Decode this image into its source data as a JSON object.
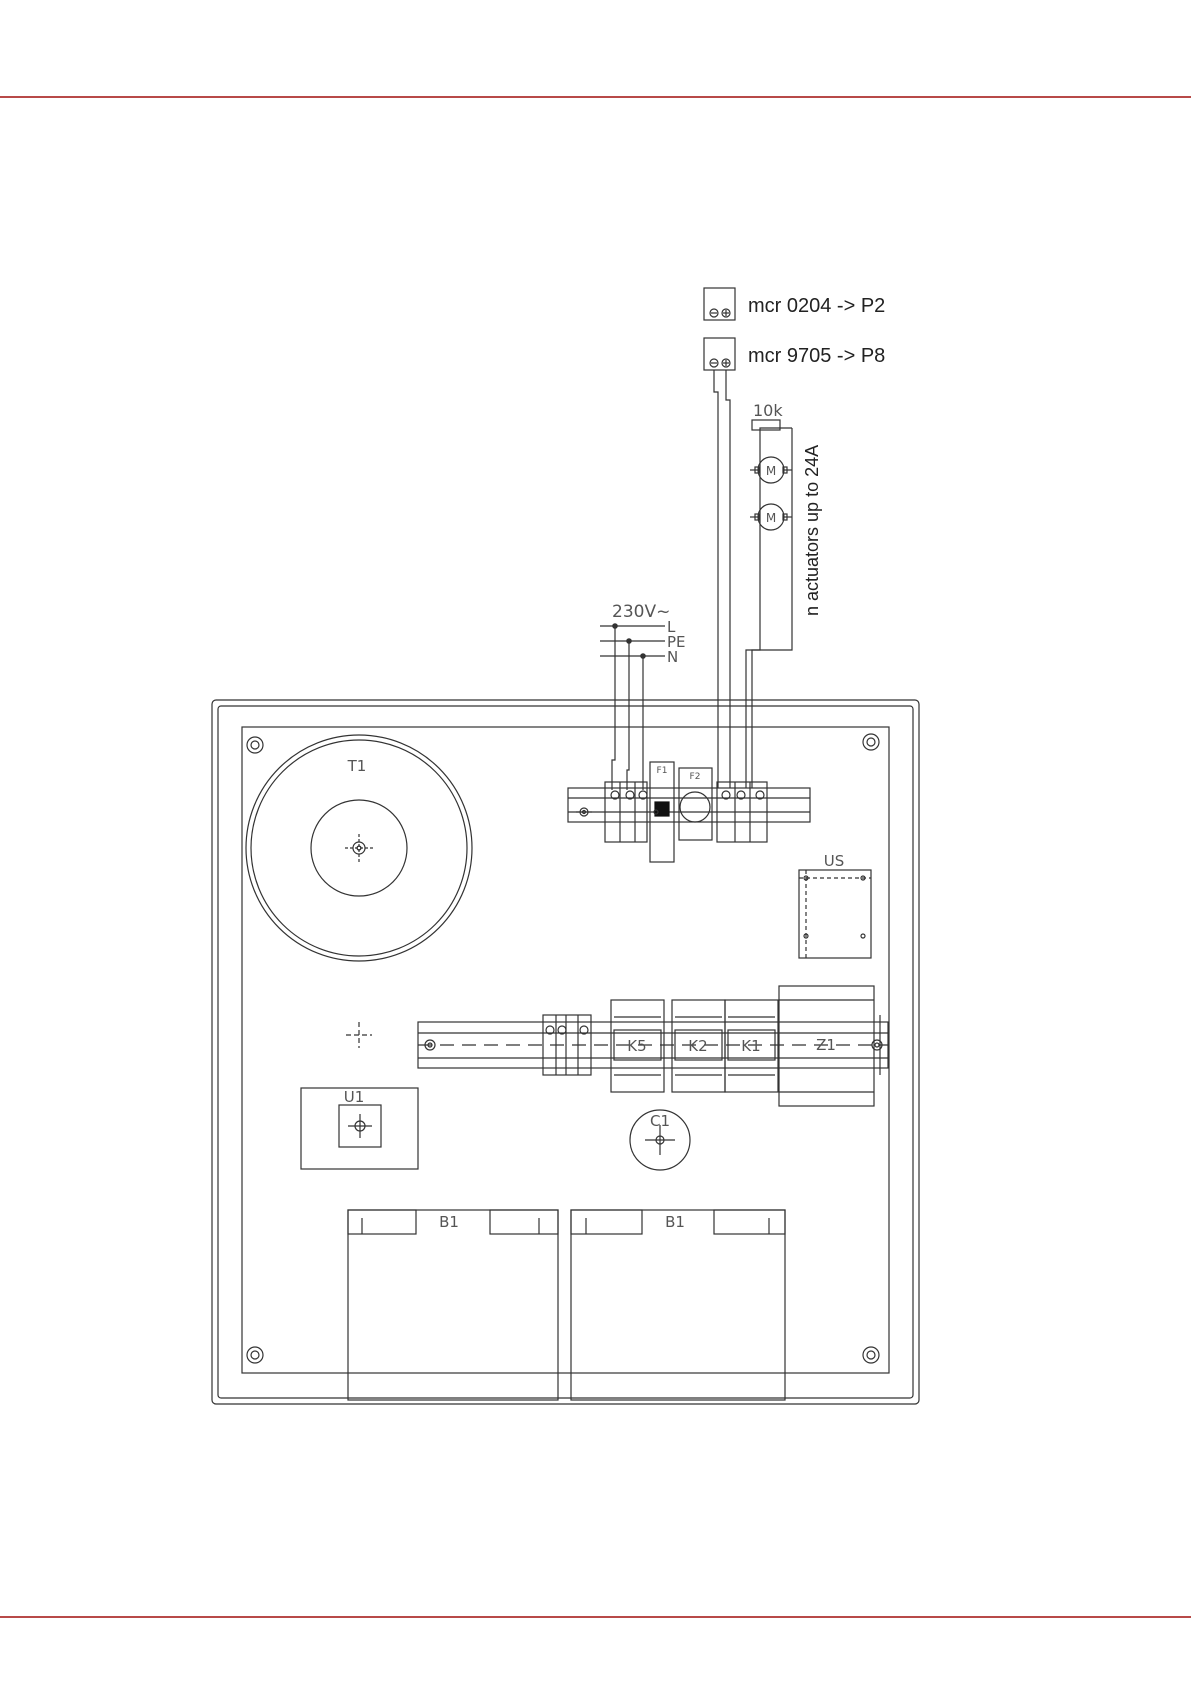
{
  "colors": {
    "rule": "#b84a48",
    "line": "#333333",
    "fuse_fill": "#111111"
  },
  "labels": {
    "mcr_top": "mcr 0204 -> P2",
    "mcr_bottom": "mcr 9705 -> P8",
    "resistor": "10k",
    "motor": "M",
    "actuators": "n actuators up to 24A",
    "supply": "230V~",
    "line_l": "L",
    "line_pe": "PE",
    "line_n": "N",
    "t1": "T1",
    "f1": "F1",
    "f2": "F2",
    "us": "US",
    "k5": "K5",
    "k2": "K2",
    "k1": "K1",
    "z1": "Z1",
    "u1": "U1",
    "c1": "C1",
    "b1_left": "B1",
    "b1_right": "B1"
  }
}
